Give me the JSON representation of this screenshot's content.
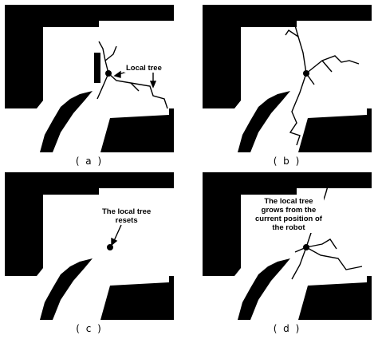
{
  "panels": [
    {
      "caption": "( a )",
      "annotation": "Local tree"
    },
    {
      "caption": "( b )",
      "annotation": ""
    },
    {
      "caption": "( c )",
      "annotation": "The local tree resets"
    },
    {
      "caption": "( d )",
      "annotation": "The local tree grows from the current position of the robot"
    }
  ],
  "annotation_lines": {
    "c": [
      "The local tree",
      "resets"
    ],
    "d": [
      "The local tree",
      "grows from the",
      "current position of",
      "the robot"
    ]
  },
  "colors": {
    "obstacle": "#000000",
    "free_space": "#ffffff",
    "tree": "#000000"
  }
}
